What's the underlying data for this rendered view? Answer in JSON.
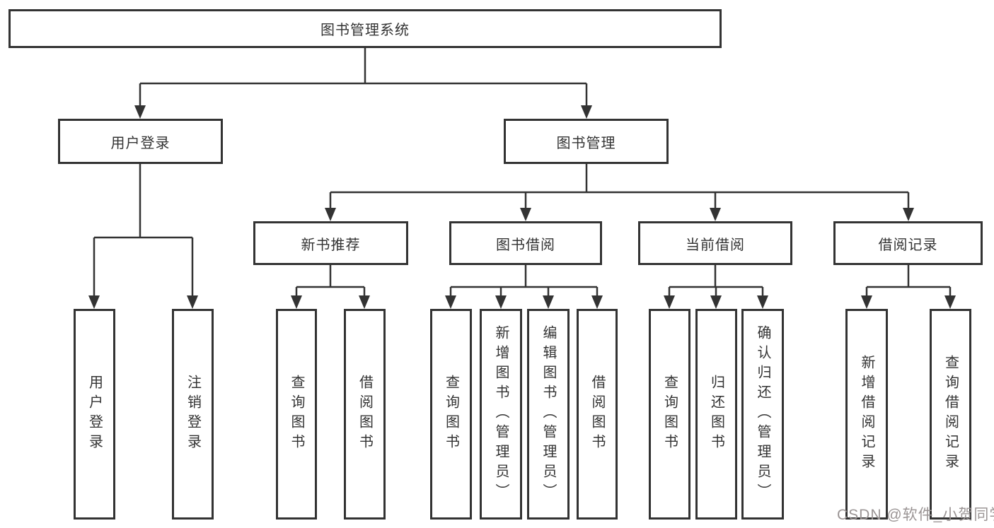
{
  "diagram": {
    "type": "hierarchy-tree",
    "root": "图书管理系统",
    "level2": [
      "用户登录",
      "图书管理"
    ],
    "level3": [
      "新书推荐",
      "图书借阅",
      "当前借阅",
      "借阅记录"
    ],
    "leaves": {
      "user_login": [
        "用户登录",
        "注销登录"
      ],
      "new_books": [
        "查询图书",
        "借阅图书"
      ],
      "book_borrow": [
        "查询图书",
        "新增图书（管理员）",
        "编辑图书（管理员）",
        "借阅图书"
      ],
      "current_borrow": [
        "查询图书",
        "归还图书",
        "确认归还（管理员）"
      ],
      "borrow_records": [
        "新增借阅记录",
        "查询借阅记录"
      ]
    }
  },
  "watermark": "CSDN @软件_小贺同学",
  "colors": {
    "line": "#333333",
    "box_border": "#333333",
    "text": "#333333",
    "watermark": "#9b9595",
    "background": "#ffffff"
  }
}
